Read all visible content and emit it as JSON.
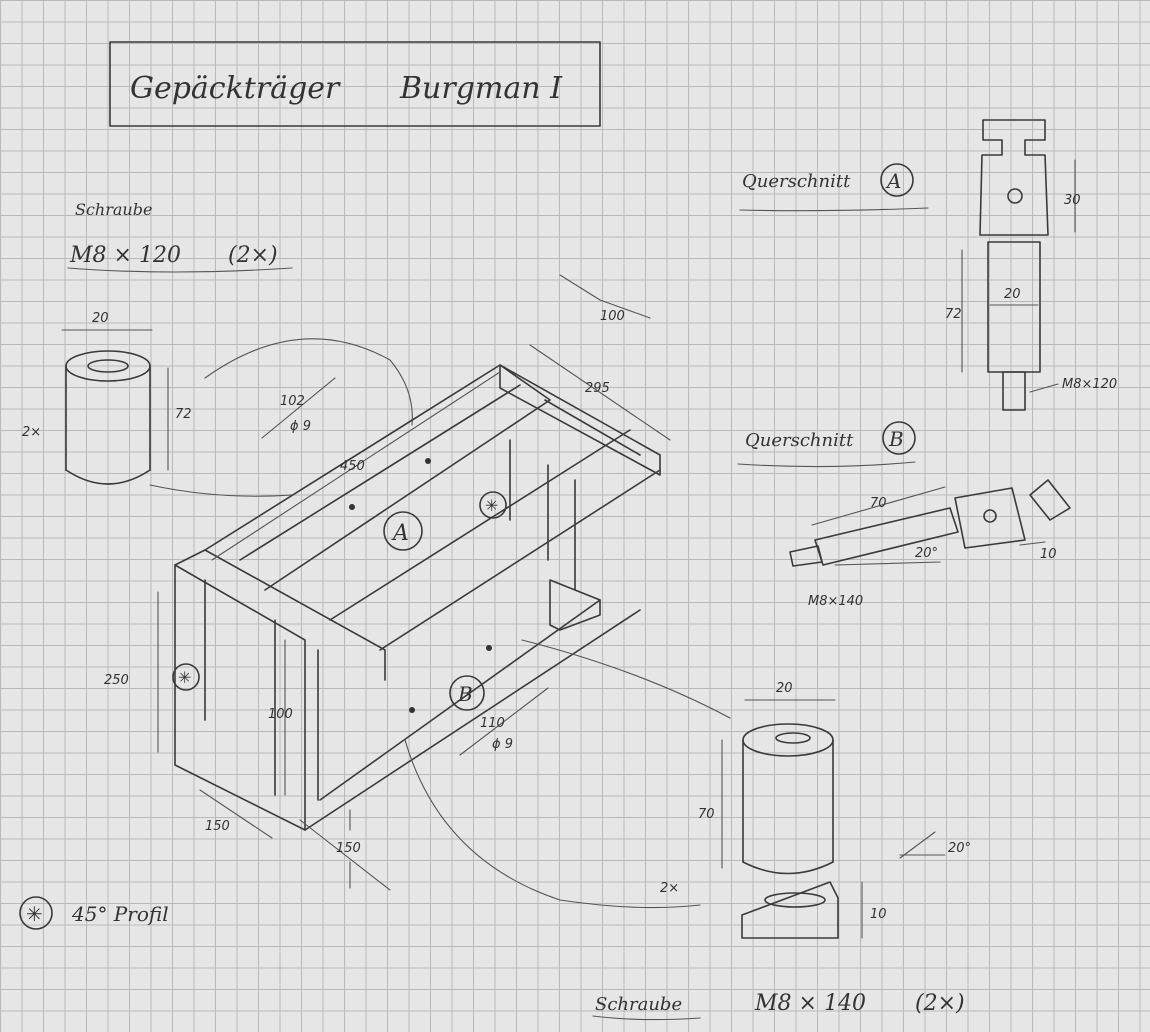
{
  "title": {
    "left": "Gepäckträger",
    "right": "Burgman I"
  },
  "screw_a": {
    "label": "Schraube",
    "spec": "M8 × 120",
    "count": "(2×)"
  },
  "screw_b": {
    "label": "Schraube",
    "spec": "M8 × 140",
    "count": "(2×)"
  },
  "section_a": {
    "label": "Querschnitt",
    "mark": "A",
    "dim_height": "30",
    "dim_width": "20",
    "dim_length": "72",
    "bolt": "M8×120"
  },
  "section_b": {
    "label": "Querschnitt",
    "mark": "B",
    "dim_length": "70",
    "angle": "20°",
    "dim_offset": "10",
    "bolt": "M8×140"
  },
  "spacer_a": {
    "count": "2×",
    "width": "20",
    "height": "72"
  },
  "spacer_b": {
    "count": "2×",
    "width": "20",
    "height": "70",
    "wedge_height": "10",
    "angle": "20°"
  },
  "rack": {
    "dim_100_top": "100",
    "dim_295": "295",
    "dim_450": "450",
    "hole_a": "102",
    "hole_a_dia": "ϕ 9",
    "hole_b": "110",
    "hole_b_dia": "ϕ 9",
    "dim_250": "250",
    "dim_100_inner": "100",
    "dim_150_a": "150",
    "dim_150_b": "150",
    "mark_a": "A",
    "mark_b": "B"
  },
  "legend": {
    "symbol": "✳",
    "text": "45° Profil"
  }
}
